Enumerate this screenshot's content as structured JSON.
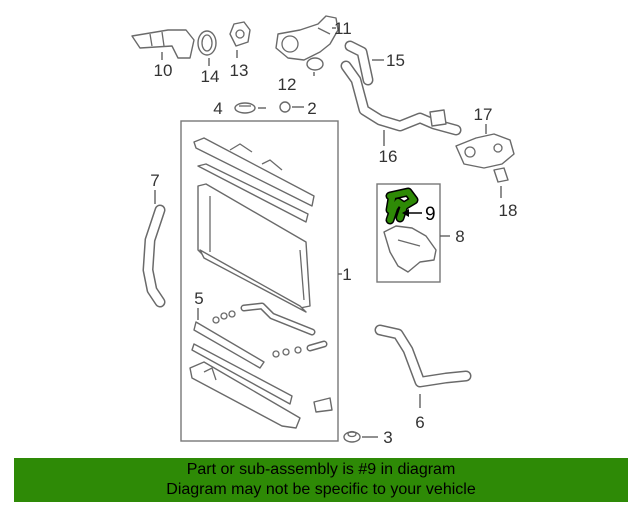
{
  "callouts": {
    "c1": "1",
    "c2": "2",
    "c3": "3",
    "c4": "4",
    "c5": "5",
    "c6": "6",
    "c7": "7",
    "c8": "8",
    "c9": "9",
    "c10": "10",
    "c11": "11",
    "c12": "12",
    "c13": "13",
    "c14": "14",
    "c15": "15",
    "c16": "16",
    "c17": "17",
    "c18": "18"
  },
  "highlight_color": "#2e8a06",
  "banner": {
    "line1": "Part or sub-assembly is #9 in diagram",
    "line2": "Diagram may not be specific to your vehicle"
  }
}
